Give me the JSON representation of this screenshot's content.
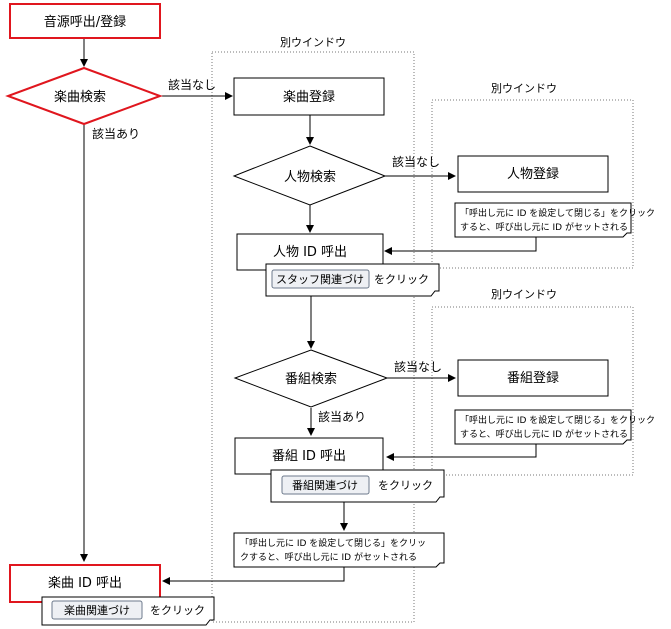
{
  "colors": {
    "emphasis": "#e0161e",
    "line": "#000000",
    "dotted": "#777777",
    "button_fill": "#eef0f4",
    "button_border": "#6d7a8c"
  },
  "start": {
    "label": "音源呼出/登録"
  },
  "music_search": {
    "label": "楽曲検索"
  },
  "music_register": {
    "label": "楽曲登録"
  },
  "person_search": {
    "label": "人物検索"
  },
  "person_register": {
    "label": "人物登録"
  },
  "person_call": {
    "label": "人物 ID 呼出"
  },
  "program_search": {
    "label": "番組検索"
  },
  "program_register": {
    "label": "番組登録"
  },
  "program_call": {
    "label": "番組 ID 呼出"
  },
  "music_call": {
    "label": "楽曲 ID 呼出"
  },
  "windows": {
    "main_title": "別ウインドウ",
    "person_title": "別ウインドウ",
    "program_title": "別ウインドウ"
  },
  "edges": {
    "no_match_music": "該当なし",
    "match_music": "該当あり",
    "no_match_person": "該当なし",
    "no_match_program": "該当なし",
    "match_program": "該当あり"
  },
  "notes": {
    "person_note": {
      "line1": "「呼出し元に ID を設定して閉じる」をクリック",
      "line2": "すると、呼び出し元に ID がセットされる"
    },
    "program_note": {
      "line1": "「呼出し元に ID を設定して閉じる」をクリック",
      "line2": "すると、呼び出し元に ID がセットされる"
    },
    "music_note": {
      "line1": "「呼出し元に ID を設定して閉じる」をクリッ",
      "line2": "クすると、呼び出し元に ID がセットされる"
    }
  },
  "callouts": {
    "staff": {
      "button": "スタッフ関連づけ",
      "suffix": "をクリック"
    },
    "program": {
      "button": "番組関連づけ",
      "suffix": "をクリック"
    },
    "music": {
      "button": "楽曲関連づけ",
      "suffix": "をクリック"
    }
  }
}
